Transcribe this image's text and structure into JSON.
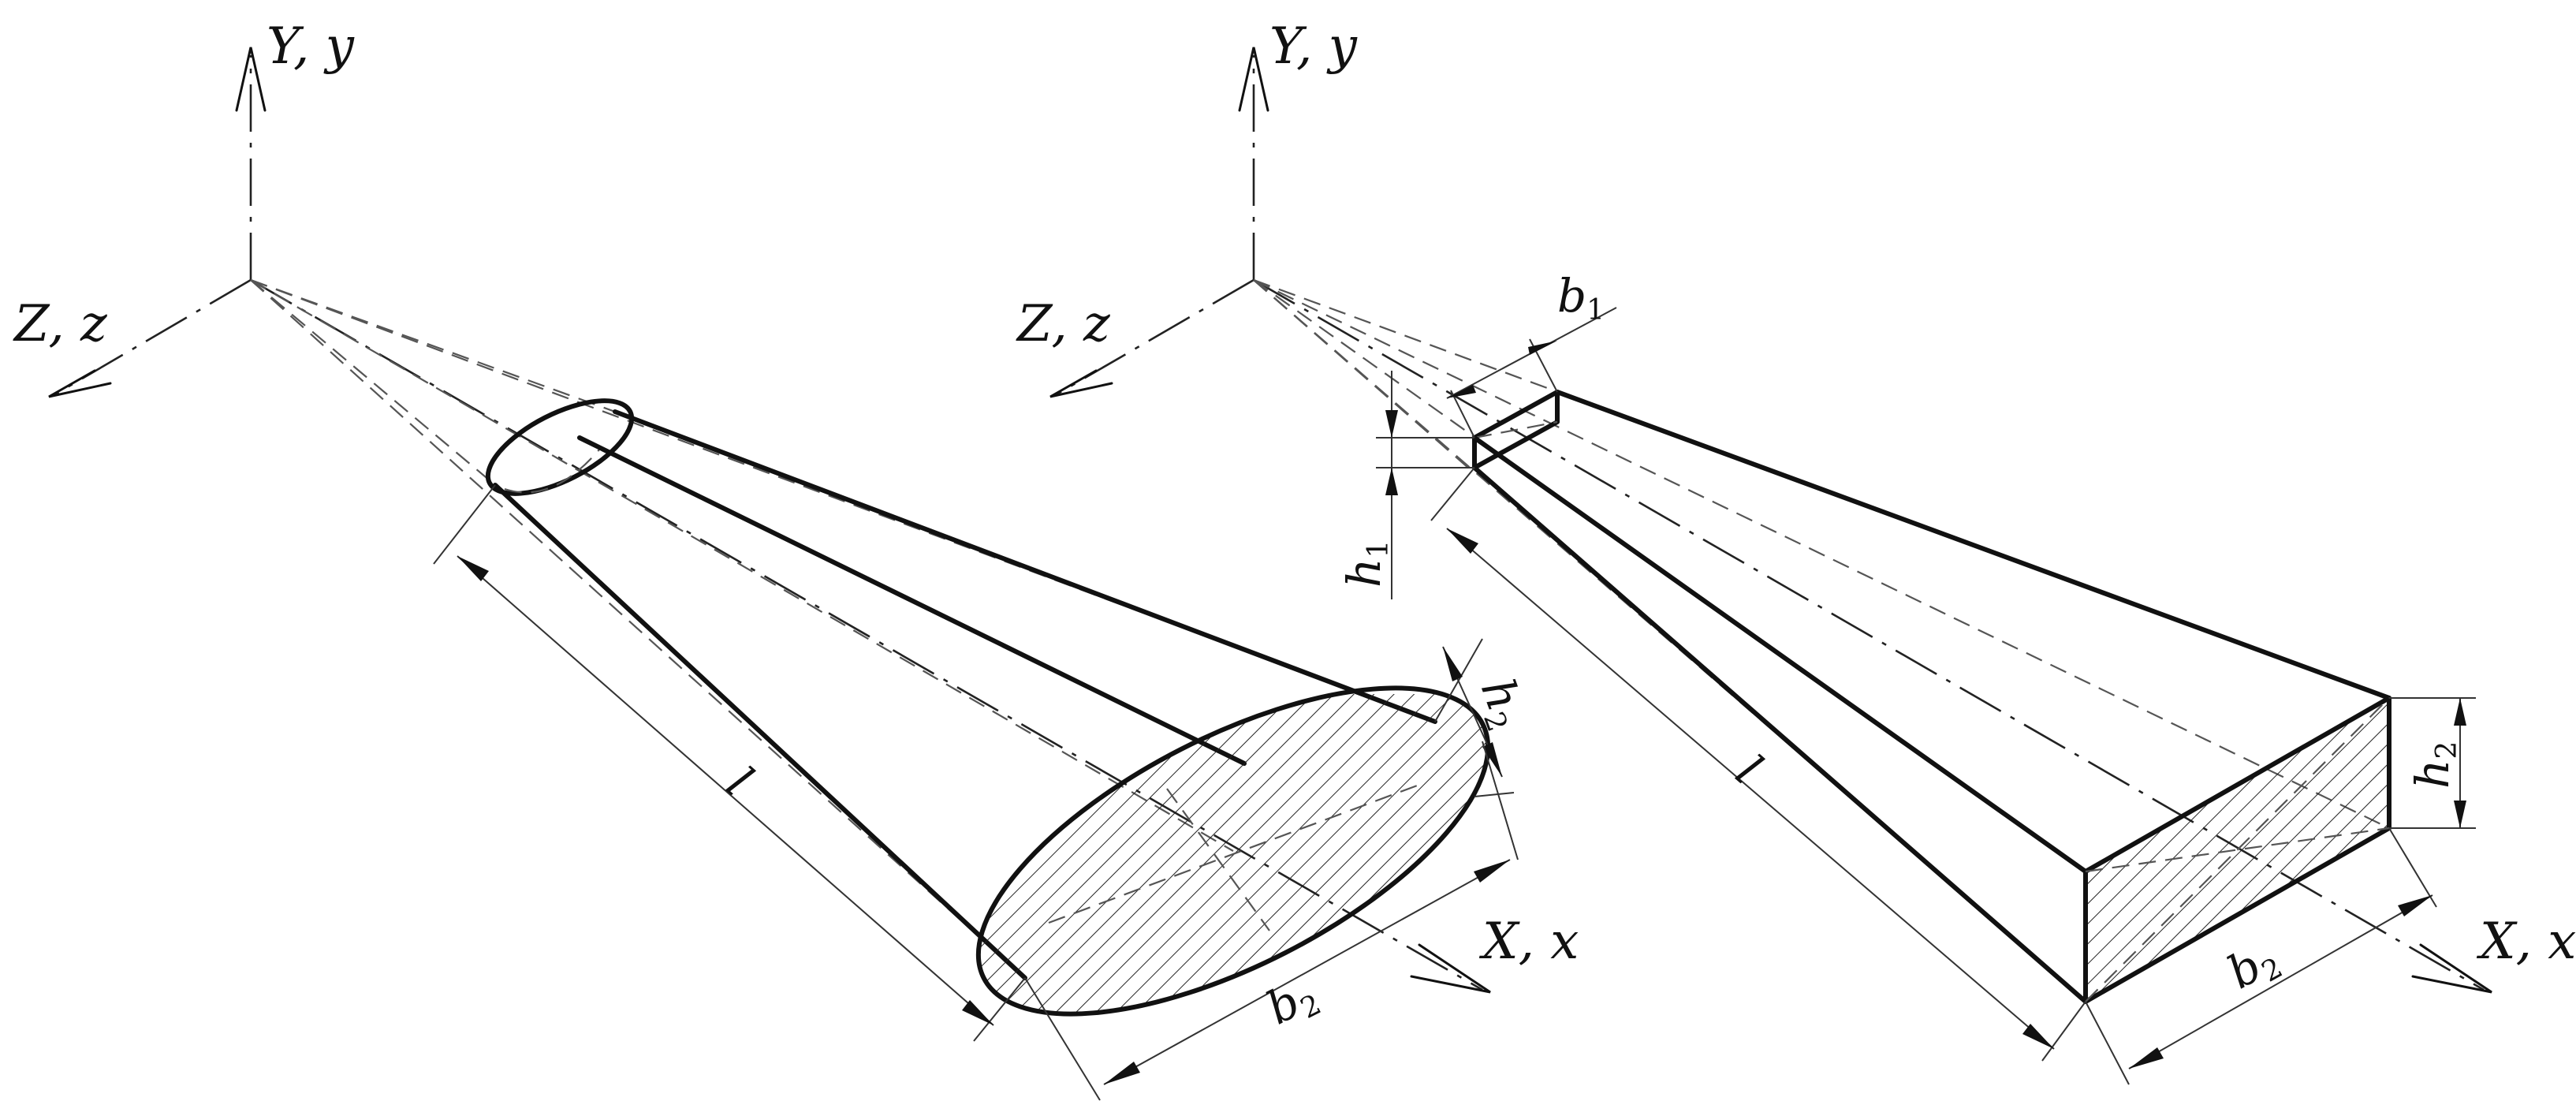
{
  "figure": {
    "left_view": {
      "axis_y_label": "Y, y",
      "axis_z_label": "Z, z",
      "axis_x_label": "X, x",
      "dim_length": "l",
      "dim_height": {
        "base": "h",
        "sub": "2"
      },
      "dim_width": {
        "base": "b",
        "sub": "2"
      }
    },
    "right_view": {
      "axis_y_label": "Y, y",
      "axis_z_label": "Z, z",
      "axis_x_label": "X, x",
      "dim_length": "l",
      "dim_b1": {
        "base": "b",
        "sub": "1"
      },
      "dim_h1": {
        "base": "h",
        "sub": "1"
      },
      "dim_h2": {
        "base": "h",
        "sub": "2"
      },
      "dim_b2": {
        "base": "b",
        "sub": "2"
      }
    }
  }
}
